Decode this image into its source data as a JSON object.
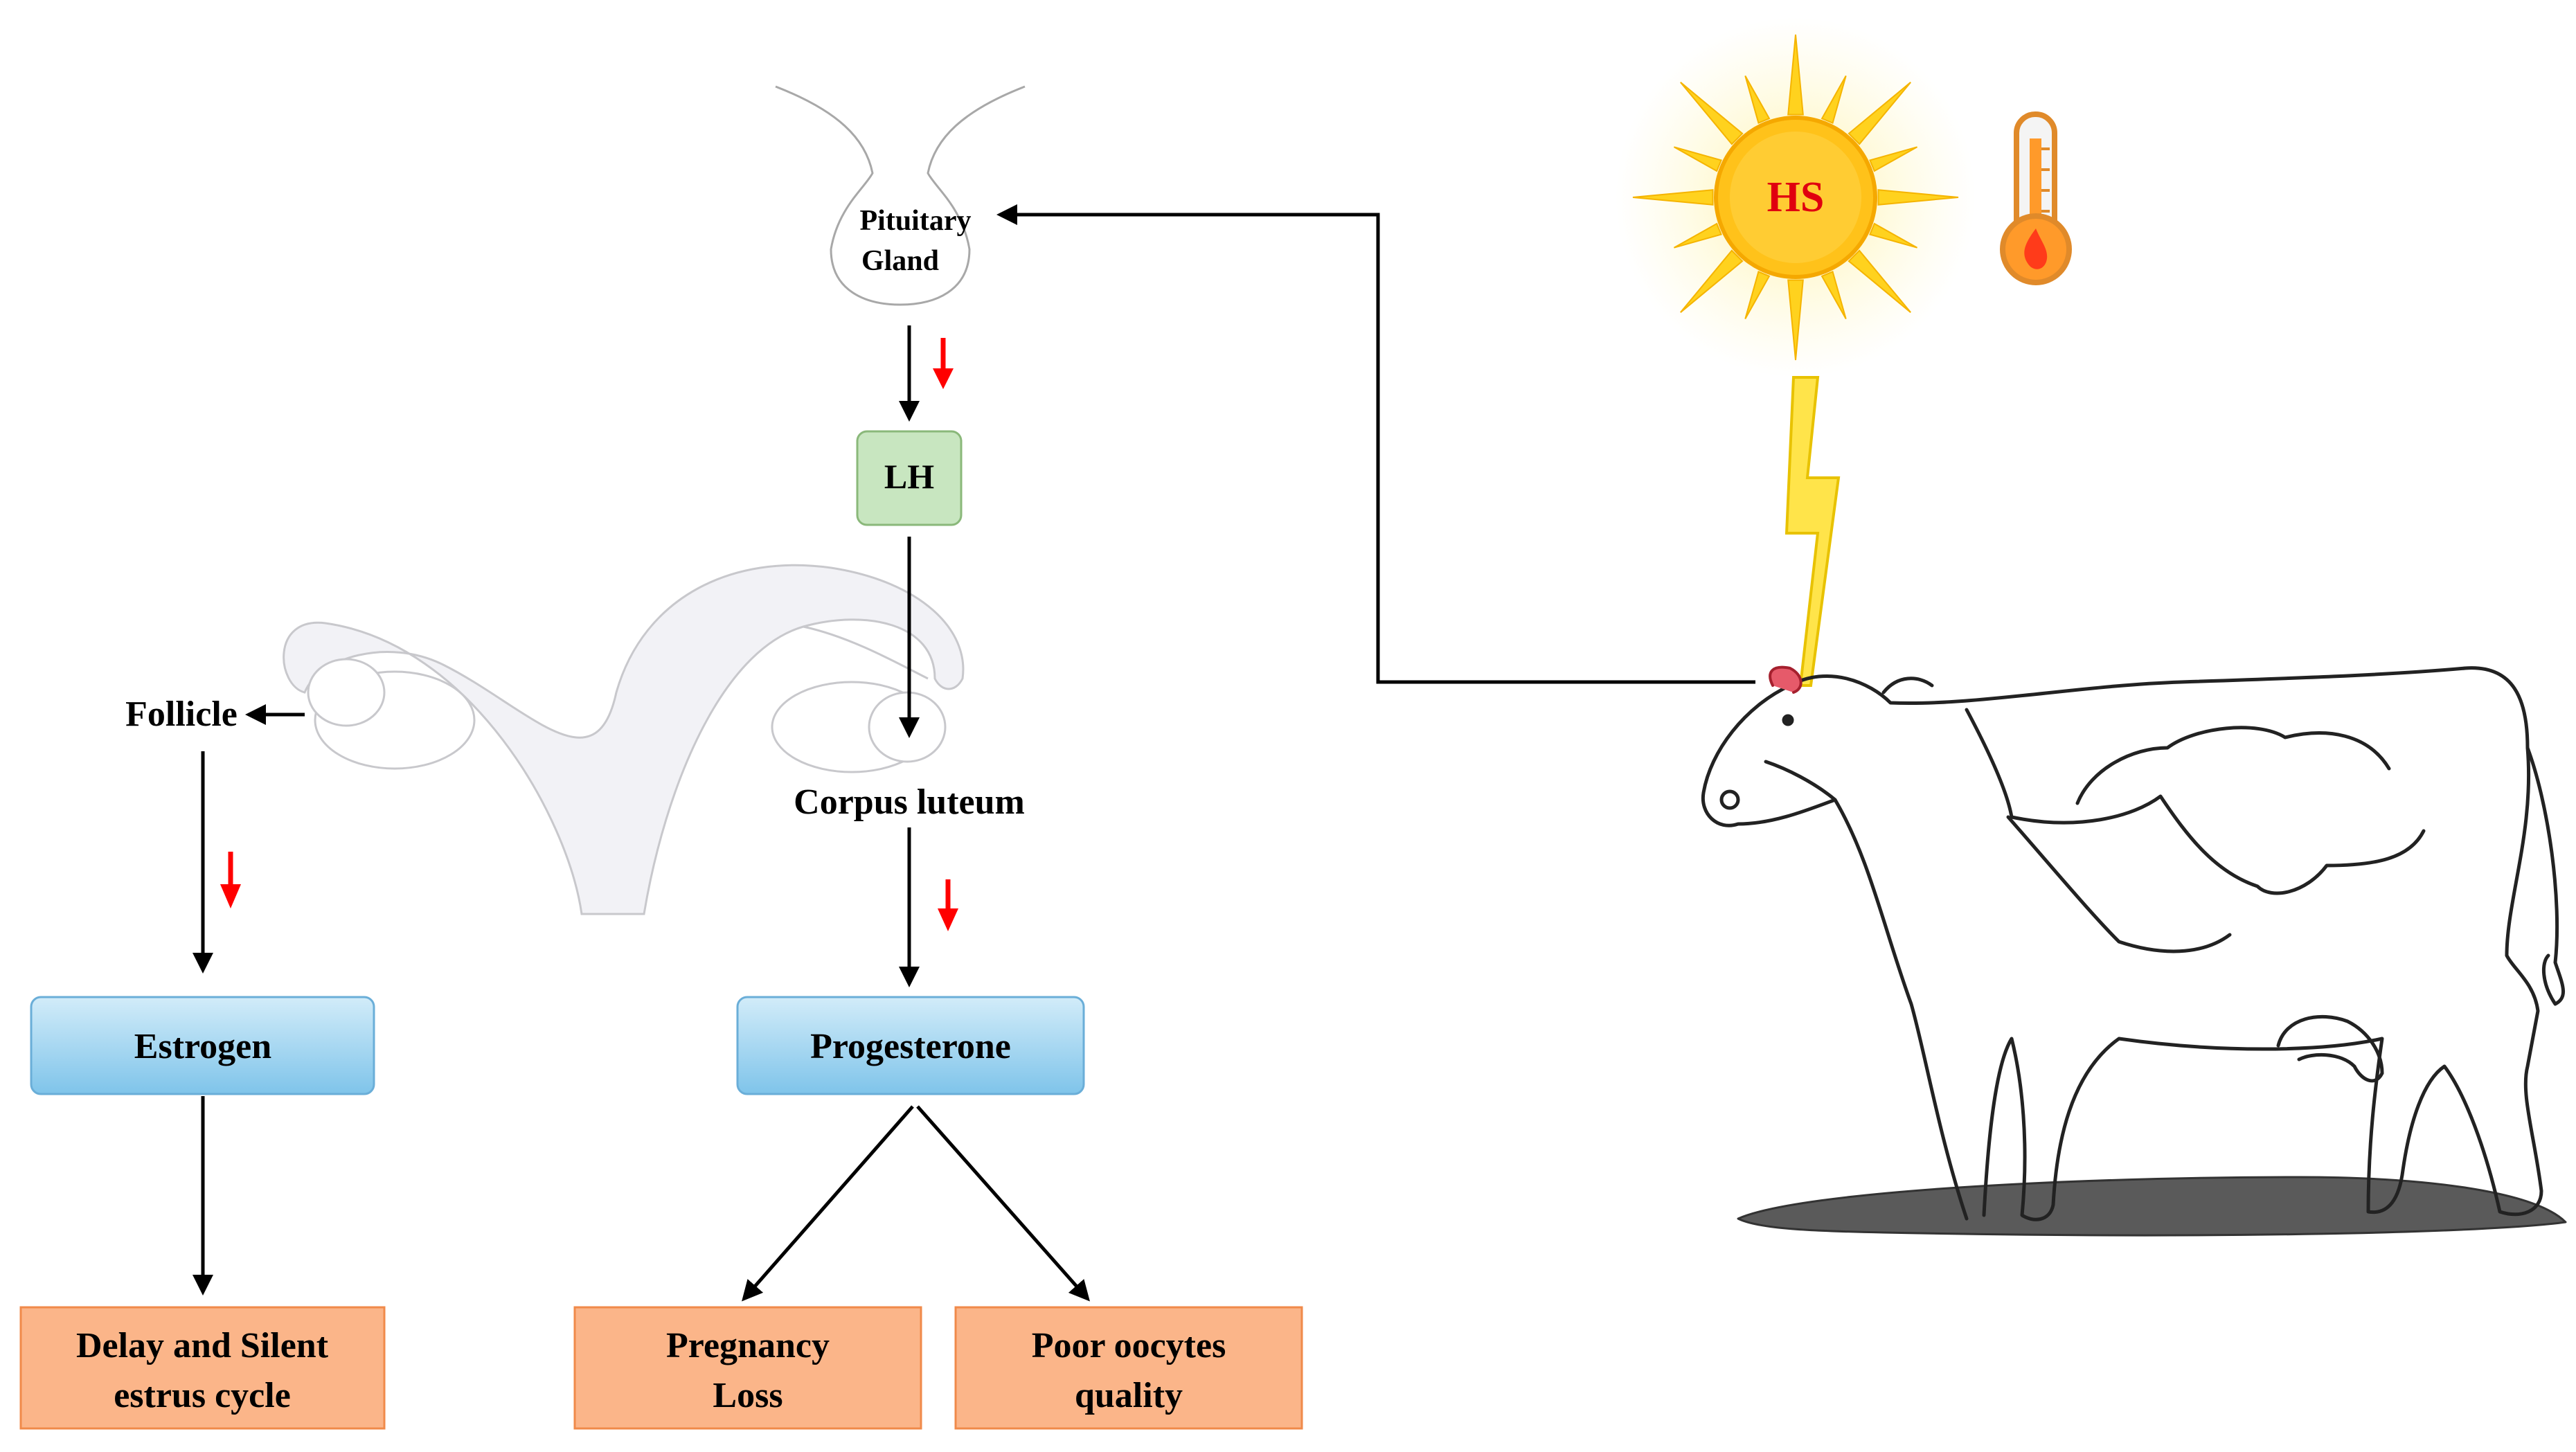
{
  "nodes": {
    "pituitary_line1": "Pituitary",
    "pituitary_line2": "Gland",
    "lh": "LH",
    "follicle": "Follicle",
    "corpus_luteum": "Corpus luteum",
    "estrogen": "Estrogen",
    "progesterone": "Progesterone",
    "delay_line1": "Delay and Silent",
    "delay_line2": "estrus cycle",
    "pregnancy_line1": "Pregnancy",
    "pregnancy_line2": "Loss",
    "oocytes_line1": "Poor oocytes",
    "oocytes_line2": "quality",
    "sun_label": "HS"
  },
  "colors": {
    "lh_fill": "#c8e6c0",
    "hormone_fill_top": "#d2ecf9",
    "hormone_fill_bottom": "#7fc4ea",
    "outcome_fill": "#fbb589",
    "decrease_arrow": "#ff0000",
    "sun_core": "#ffc21a",
    "sun_label": "#e0000f",
    "lightning": "#ffe44a"
  },
  "icons": {
    "sun": "sun-icon",
    "thermometer": "thermometer-icon",
    "lightning": "lightning-icon",
    "cow": "cow-illustration"
  }
}
